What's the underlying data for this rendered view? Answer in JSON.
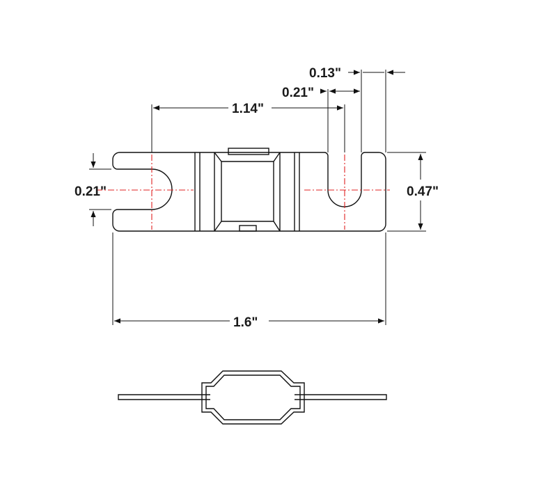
{
  "dimensions": {
    "top_slot_width": "0.13\"",
    "top_hole_diameter": "0.21\"",
    "hole_spacing": "1.14\"",
    "left_hole_diameter": "0.21\"",
    "body_height": "0.47\"",
    "overall_length": "1.6\""
  },
  "colors": {
    "line": "#111111",
    "centerline": "#e02020",
    "background": "#ffffff"
  }
}
